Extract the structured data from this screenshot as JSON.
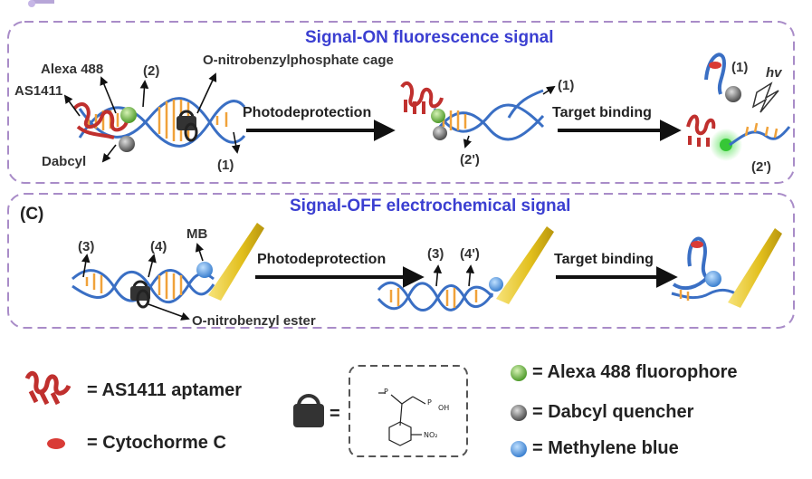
{
  "panel_b": {
    "title": "Signal-ON fluorescence signal",
    "labels": {
      "alexa": "Alexa 488",
      "as1411": "AS1411",
      "dabcyl": "Dabcyl",
      "strand2": "(2)",
      "cage": "O-nitrobenzylphosphate cage",
      "strand1_a": "(1)",
      "strand1_b": "(1)",
      "strand1_c": "(1)",
      "strand2p_a": "(2')",
      "strand2p_b": "(2')",
      "hv": "hv"
    },
    "steps": [
      "Photodeprotection",
      "Target binding"
    ]
  },
  "panel_c": {
    "panel_label": "(C)",
    "title": "Signal-OFF electrochemical signal",
    "labels": {
      "strand3_a": "(3)",
      "strand4": "(4)",
      "mb": "MB",
      "ester": "O-nitrobenzyl ester",
      "strand3_b": "(3)",
      "strand4p": "(4')"
    },
    "steps": [
      "Photodeprotection",
      "Target binding"
    ]
  },
  "legend": {
    "aptamer": "= AS1411 aptamer",
    "cytochrome": "= Cytochorme C",
    "lock_eq": "=",
    "alexa": "= Alexa 488 fluorophore",
    "dabcyl": "= Dabcyl quencher",
    "mb": "= Methylene blue",
    "chem_no2": "NO₂",
    "chem_oh": "OH",
    "chem_p1": "P",
    "chem_p2": "P"
  },
  "colors": {
    "dashed_border": "#a98cc8",
    "title_blue": "#3b3fd1",
    "dna_blue": "#3a6fc4",
    "dna_orange": "#f0a23a",
    "aptamer_red": "#c0302e",
    "alexa_green": "#7fc24a",
    "dabcyl_gray": "#666666",
    "mb_blue": "#5a9be0",
    "electrode_yellow": "#e8c626"
  }
}
